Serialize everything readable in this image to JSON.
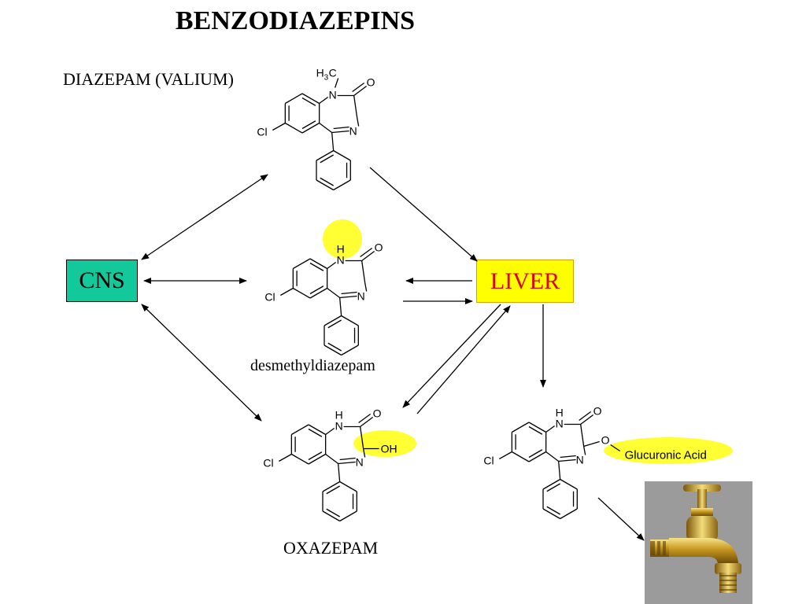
{
  "title": "BENZODIAZEPINS",
  "labels": {
    "diazepam": "DIAZEPAM (VALIUM)",
    "desmethyl": "desmethyldiazepam",
    "oxazepam": "OXAZEPAM"
  },
  "nodes": {
    "cns": "CNS",
    "liver": "LIVER"
  },
  "atoms": {
    "cl": "Cl",
    "n": "N",
    "o": "O",
    "h": "H",
    "oh": "OH",
    "methyl_h": "H",
    "methyl_sub": "3",
    "methyl_c": "C"
  },
  "glucuronide_label": "Glucuronic Acid",
  "colors": {
    "cns_fill": "#13c99b",
    "liver_fill": "#ffff00",
    "liver_text": "#e00000",
    "highlight": "#ffff33"
  },
  "icons": {
    "faucet": "faucet-photo"
  }
}
